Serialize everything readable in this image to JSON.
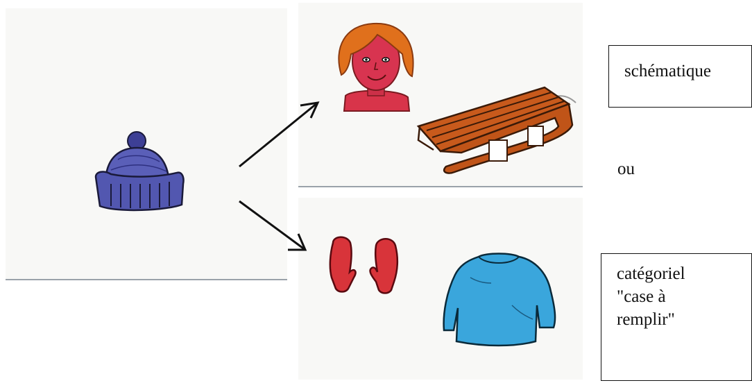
{
  "labels": {
    "schematique": "schématique",
    "ou": "ou",
    "categoriel_lines": [
      "catégoriel",
      "\"case à",
      "remplir\""
    ]
  },
  "colors": {
    "hat": "#5a5fb8",
    "hair": "#e0701c",
    "face": "#d8344a",
    "sled": "#c85a1c",
    "mittens": "#d8343a",
    "sweater": "#3aa6dc"
  },
  "icons": [
    "hat-icon",
    "girl-icon",
    "sled-icon",
    "mittens-icon",
    "sweater-icon",
    "arrow-icon"
  ]
}
